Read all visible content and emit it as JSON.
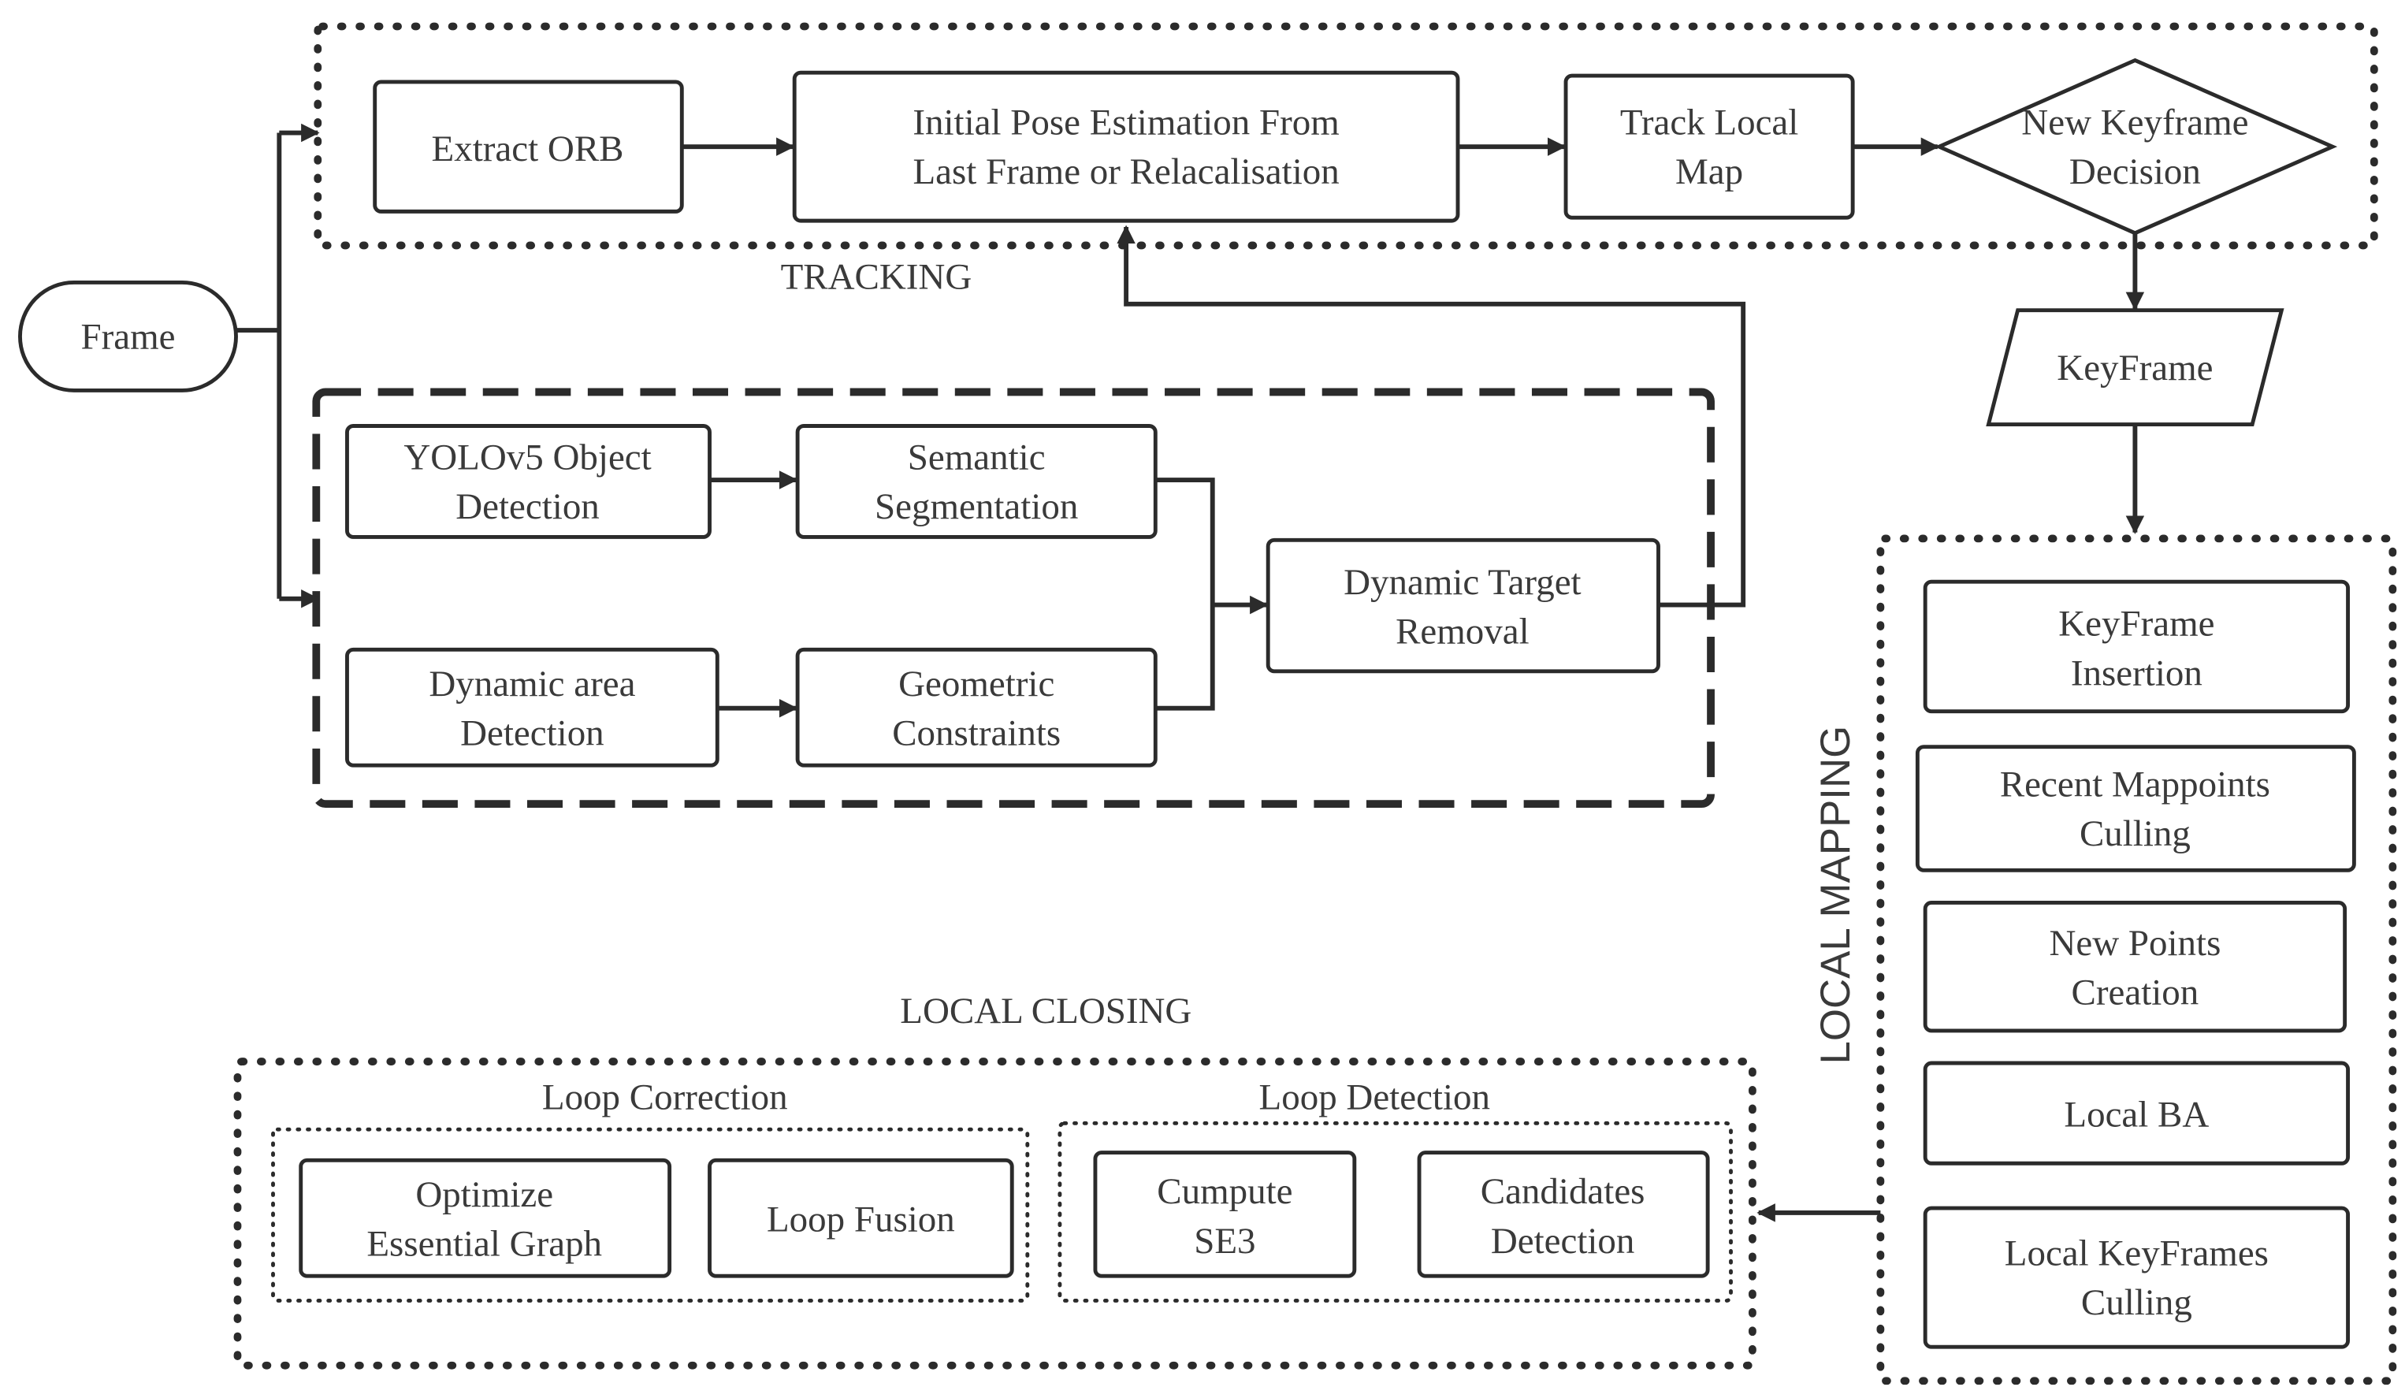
{
  "sections": {
    "tracking": "TRACKING",
    "local_closing": "LOCAL CLOSING",
    "local_mapping": "LOCAL MAPPING",
    "loop_correction": "Loop Correction",
    "loop_detection": "Loop Detection"
  },
  "nodes": {
    "frame": [
      "Frame"
    ],
    "extract_orb": [
      "Extract ORB"
    ],
    "initial_pose": [
      "Initial Pose Estimation From",
      "Last Frame or Relacalisation"
    ],
    "track_local_map": [
      "Track Local",
      "Map"
    ],
    "new_keyframe_decision": [
      "New Keyframe",
      "Decision"
    ],
    "keyframe": [
      "KeyFrame"
    ],
    "yolo": [
      "YOLOv5 Object",
      "Detection"
    ],
    "semantic": [
      "Semantic",
      "Segmentation"
    ],
    "dynamic_area": [
      "Dynamic area",
      "Detection"
    ],
    "geometric": [
      "Geometric",
      "Constraints"
    ],
    "dynamic_target": [
      "Dynamic Target",
      "Removal"
    ],
    "keyframe_insertion": [
      "KeyFrame",
      "Insertion"
    ],
    "recent_mappoints": [
      "Recent Mappoints",
      "Culling"
    ],
    "new_points": [
      "New Points",
      "Creation"
    ],
    "local_ba": [
      "Local BA"
    ],
    "local_keyframes_culling": [
      "Local KeyFrames",
      "Culling"
    ],
    "optimize_graph": [
      "Optimize",
      "Essential Graph"
    ],
    "loop_fusion": [
      "Loop Fusion"
    ],
    "compute_se3": [
      "Cumpute",
      "SE3"
    ],
    "candidates_detection": [
      "Candidates",
      "Detection"
    ]
  }
}
